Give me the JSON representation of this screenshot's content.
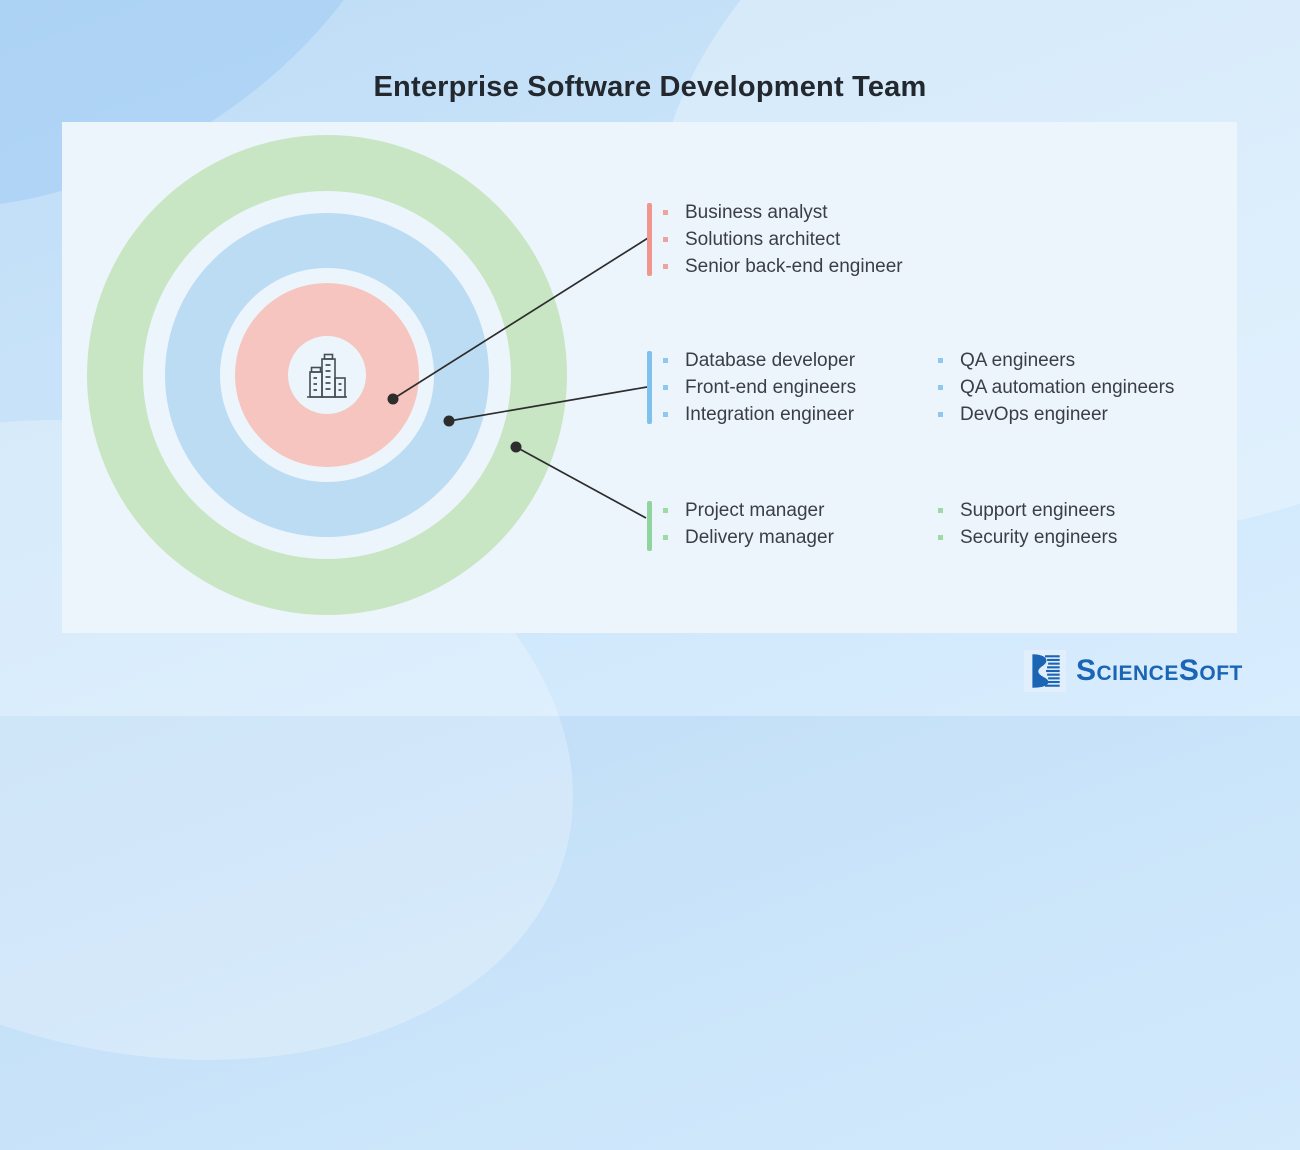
{
  "title": "Enterprise Software Development Team",
  "colors": {
    "panel_bg": "#edf5fc",
    "ring_outer_green": "#c8e6c3",
    "ring_middle_blue": "#bcdcf4",
    "ring_inner_pink": "#f6c5bf",
    "accent_core": "#f0968f",
    "accent_middle": "#7fc0ec",
    "accent_outer": "#92d49d",
    "connector": "#2d2d2d",
    "logo_blue": "#1a65b4",
    "text": "#3a3f45"
  },
  "groups": [
    {
      "name": "core-team",
      "ring": "inner-pink",
      "columns": [
        {
          "items": [
            "Business analyst",
            "Solutions architect",
            "Senior back-end engineer"
          ]
        }
      ]
    },
    {
      "name": "middle-ring-team",
      "ring": "middle-blue",
      "columns": [
        {
          "items": [
            "Database developer",
            "Front-end engineers",
            "Integration engineer"
          ]
        },
        {
          "items": [
            "QA engineers",
            "QA automation engineers",
            "DevOps engineer"
          ]
        }
      ]
    },
    {
      "name": "outer-ring-team",
      "ring": "outer-green",
      "columns": [
        {
          "items": [
            "Project manager",
            "Delivery manager"
          ]
        },
        {
          "items": [
            "Support engineers",
            "Security engineers"
          ]
        }
      ]
    }
  ],
  "logo": {
    "text": "ScienceSoft"
  }
}
